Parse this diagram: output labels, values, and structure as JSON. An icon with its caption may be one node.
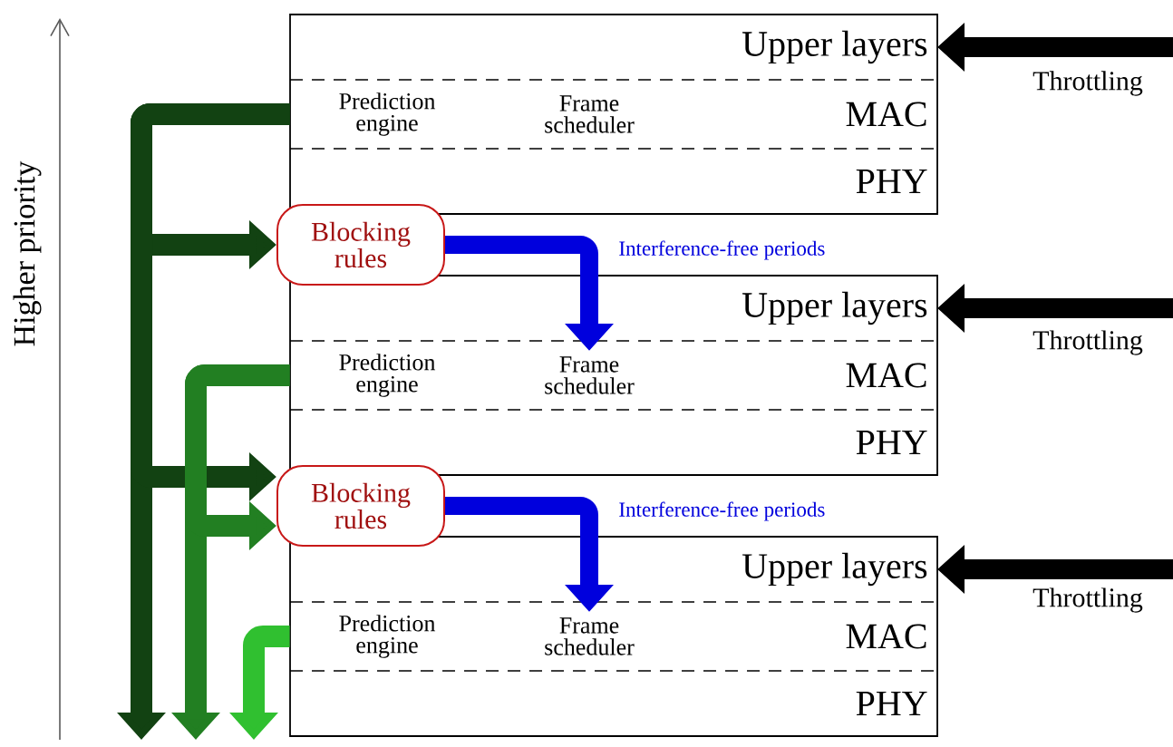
{
  "diagram": {
    "nodes": [
      {
        "text": [],
        "shape": "box"
      },
      {
        "text": [
          "Upper layers"
        ],
        "in": 0
      },
      {
        "text": [
          "Prediction engine"
        ],
        "in": 0
      },
      {
        "text": [
          "Frame scheduler"
        ],
        "in": 0
      },
      {
        "text": [
          "MAC"
        ],
        "in": 0
      },
      {
        "text": [
          "PHY"
        ],
        "in": 0
      },
      {
        "text": [
          "Blocking rules"
        ]
      },
      {
        "text": [],
        "shape": "box"
      },
      {
        "text": [
          "Upper layers"
        ],
        "in": 7
      },
      {
        "text": [
          "Prediction engine"
        ],
        "in": 7
      },
      {
        "text": [
          "Frame scheduler"
        ],
        "in": 7
      },
      {
        "text": [
          "MAC"
        ],
        "in": 7
      },
      {
        "text": [
          "PHY"
        ],
        "in": 7
      },
      {
        "text": [
          "Blocking rules"
        ]
      },
      {
        "text": [],
        "shape": "box"
      },
      {
        "text": [
          "Upper layers"
        ],
        "in": 14
      },
      {
        "text": [
          "Prediction engine"
        ],
        "in": 14
      },
      {
        "text": [
          "Frame scheduler"
        ],
        "in": 14
      },
      {
        "text": [
          "MAC"
        ],
        "in": 14
      },
      {
        "text": [
          "PHY"
        ],
        "in": 14
      }
    ],
    "edges": [
      {
        "from": null,
        "to": 1,
        "arrow": "to",
        "label": "Throttling"
      },
      {
        "from": null,
        "to": 8,
        "arrow": "to",
        "label": "Throttling"
      },
      {
        "from": null,
        "to": 15,
        "arrow": "to",
        "label": "Throttling"
      },
      {
        "from": 2,
        "to": null,
        "arrow": "to",
        "color": "#124212"
      },
      {
        "from": 2,
        "to": 6,
        "arrow": "to",
        "color": "#124212"
      },
      {
        "from": 2,
        "to": 13,
        "arrow": "to",
        "color": "#124212"
      },
      {
        "from": 9,
        "to": null,
        "arrow": "to",
        "color": "#227f22"
      },
      {
        "from": 9,
        "to": 13,
        "arrow": "to",
        "color": "#227f22"
      },
      {
        "from": 16,
        "to": null,
        "arrow": "to",
        "color": "#30c030"
      },
      {
        "from": 6,
        "to": 10,
        "arrow": "to",
        "color": "#0000dd",
        "label": "Interference-free periods"
      },
      {
        "from": 13,
        "to": 17,
        "arrow": "to",
        "color": "#0000dd",
        "label": "Interference-free periods"
      }
    ],
    "labels": [
      "Higher priority"
    ]
  }
}
